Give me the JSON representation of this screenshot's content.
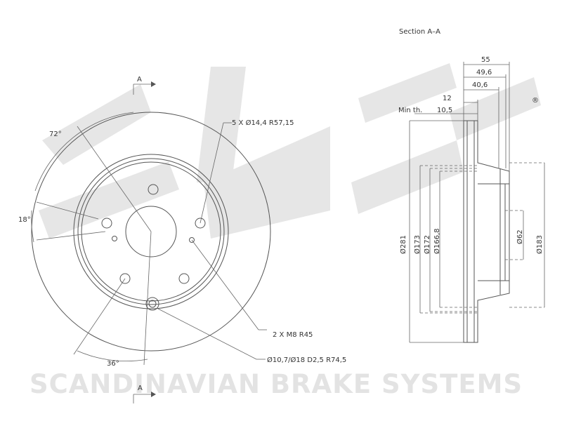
{
  "brand": {
    "watermark_text": "sbs",
    "registered_mark": "®",
    "company_name": "SCANDINAVIAN BRAKE SYSTEMS"
  },
  "front_view": {
    "section_marker_top": "A",
    "section_marker_bottom": "A",
    "angle_72": "72°",
    "angle_18": "18°",
    "angle_36": "36°",
    "callout_holes": "5 X Ø14,4   R57,15",
    "callout_threads": "2 X M8   R45",
    "callout_locator": "Ø10,7/Ø18  D2,5   R74,5"
  },
  "section_view": {
    "title": "Section A–A",
    "dim_55": "55",
    "dim_49_6": "49,6",
    "dim_40_6": "40,6",
    "dim_12": "12",
    "min_th_label": "Min th.",
    "min_th_value": "10,5",
    "dia_281": "Ø281",
    "dia_173": "Ø173",
    "dia_172": "Ø172",
    "dia_166_8": "Ø166,8",
    "dia_62": "Ø62",
    "dia_183": "Ø183"
  }
}
